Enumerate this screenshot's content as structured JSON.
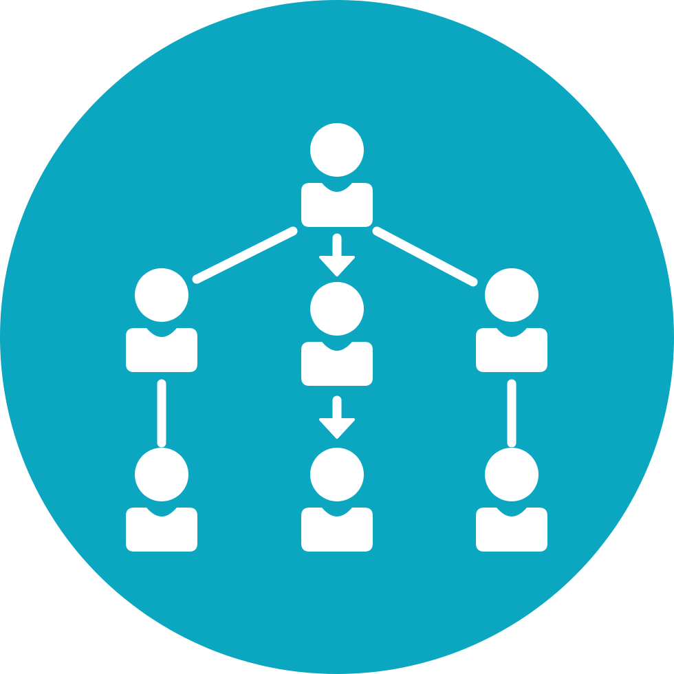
{
  "icon": {
    "name": "hierarchy-network-icon",
    "background_color": "#0ba7c1",
    "foreground_color": "#ffffff"
  },
  "nodes": [
    {
      "id": "top"
    },
    {
      "id": "left-mid"
    },
    {
      "id": "center-mid"
    },
    {
      "id": "right-mid"
    },
    {
      "id": "left-bottom"
    },
    {
      "id": "center-bottom"
    },
    {
      "id": "right-bottom"
    }
  ],
  "connections": [
    {
      "from": "top",
      "to": "left-mid",
      "style": "line"
    },
    {
      "from": "top",
      "to": "center-mid",
      "style": "arrow"
    },
    {
      "from": "top",
      "to": "right-mid",
      "style": "line"
    },
    {
      "from": "left-mid",
      "to": "left-bottom",
      "style": "line"
    },
    {
      "from": "center-mid",
      "to": "center-bottom",
      "style": "arrow"
    },
    {
      "from": "right-mid",
      "to": "right-bottom",
      "style": "line"
    }
  ]
}
